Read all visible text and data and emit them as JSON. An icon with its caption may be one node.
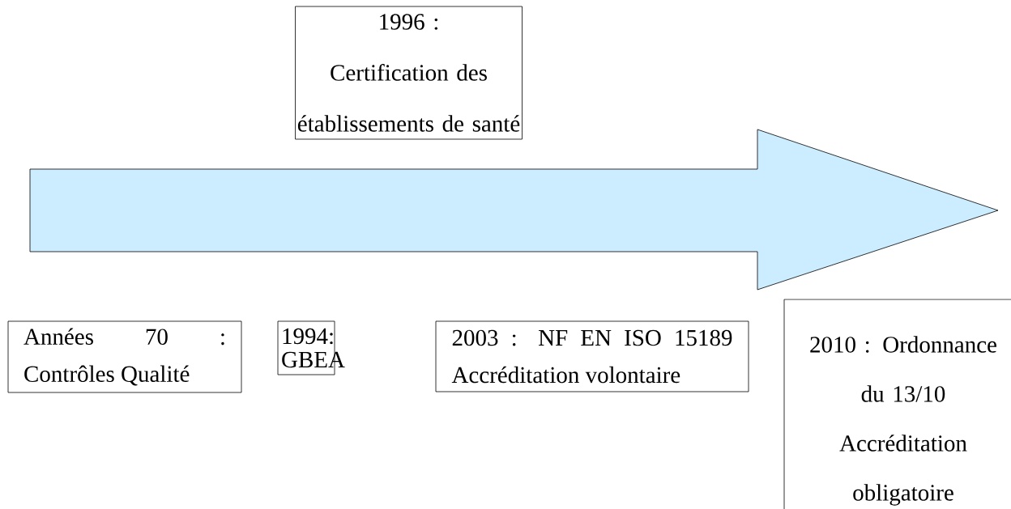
{
  "diagram": {
    "nodes": [
      {
        "text": [
          "1996 :",
          "Certification des établissements de santé"
        ]
      },
      {
        "text": [
          "Années 70 : Contrôles Qualité"
        ]
      },
      {
        "text": [
          "1994: GBEA"
        ]
      },
      {
        "text": [
          "2003 : NF EN ISO 15189 Accréditation volontaire"
        ]
      },
      {
        "text": [
          "2010 : Ordonnance du 13/10 Accréditation obligatoire"
        ]
      }
    ]
  }
}
